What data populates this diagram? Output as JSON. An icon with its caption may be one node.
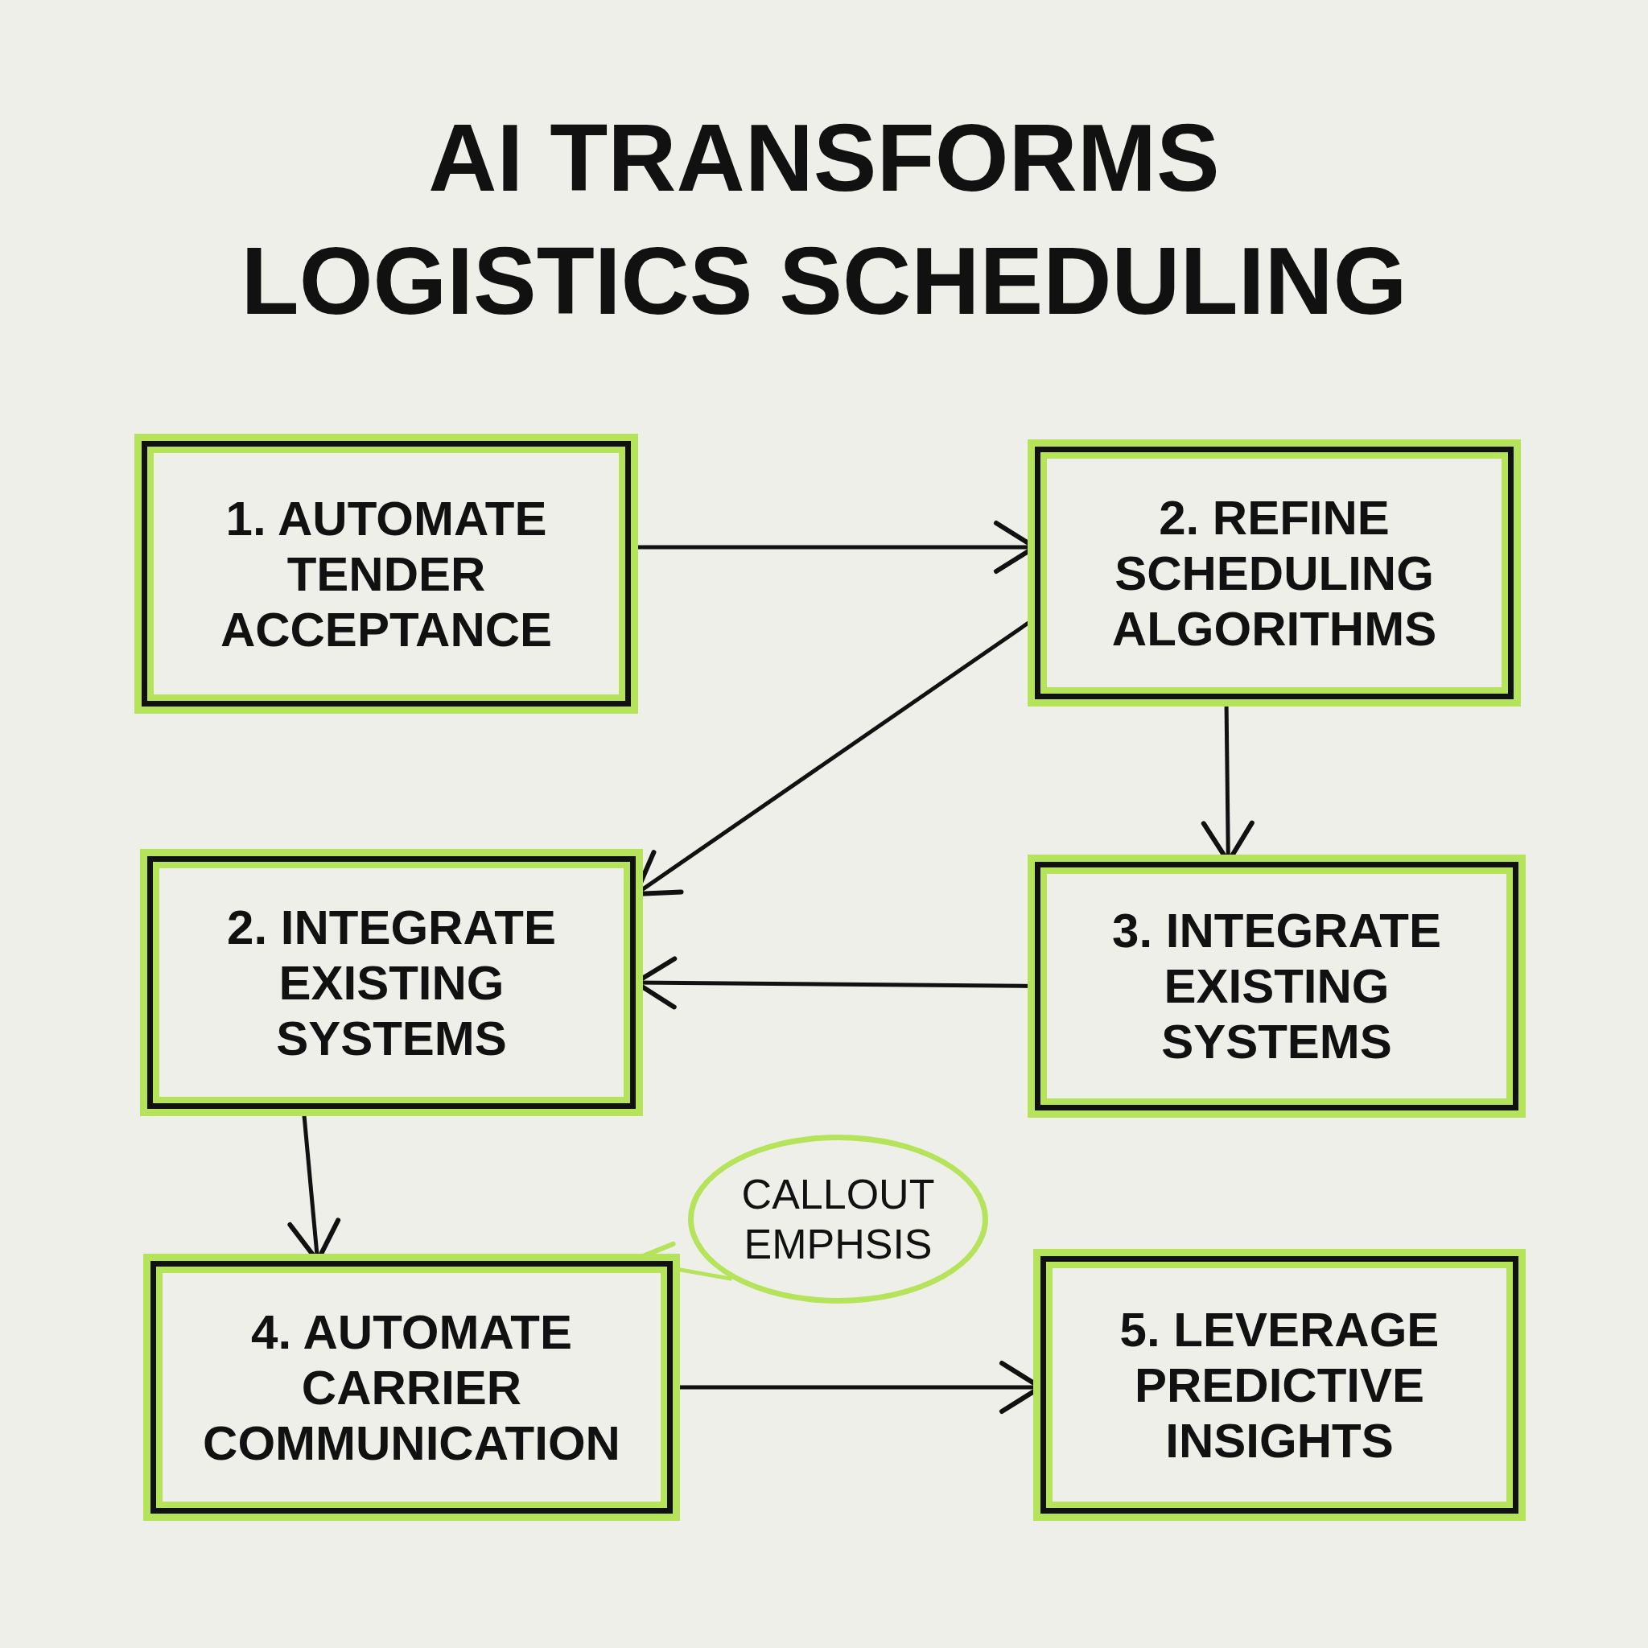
{
  "diagram": {
    "title": "AI TRANSFORMS LOGISTICS SCHEDULING",
    "nodes": [
      {
        "text": [
          "1. AUTOMATE TENDER ACCEPTANCE"
        ]
      },
      {
        "text": [
          "2. REFINE SCHEDULING ALGORITHMS"
        ]
      },
      {
        "text": [
          "2. INTEGRATE EXISTING SYSTEMS"
        ]
      },
      {
        "text": [
          "3. INTEGRATE EXISTING SYSTEMS"
        ]
      },
      {
        "text": [
          "4. AUTOMATE CARRIER COMMUNICATION"
        ]
      },
      {
        "text": [
          "5. LEVERAGE PREDICTIVE INSIGHTS"
        ]
      },
      {
        "text": [
          "CALLOUT EMPHSIS"
        ]
      }
    ],
    "edges": [
      {
        "from": 0,
        "to": 1,
        "arrow": "to"
      },
      {
        "from": 1,
        "to": 2,
        "arrow": "to"
      },
      {
        "from": 1,
        "to": 3,
        "arrow": "to"
      },
      {
        "from": 3,
        "to": 2,
        "arrow": "to"
      },
      {
        "from": 2,
        "to": 4,
        "arrow": "to"
      },
      {
        "from": 4,
        "to": 5,
        "arrow": "to"
      },
      {
        "from": 6,
        "to": 4,
        "arrow": "to",
        "color": "#b5e35a"
      }
    ]
  }
}
